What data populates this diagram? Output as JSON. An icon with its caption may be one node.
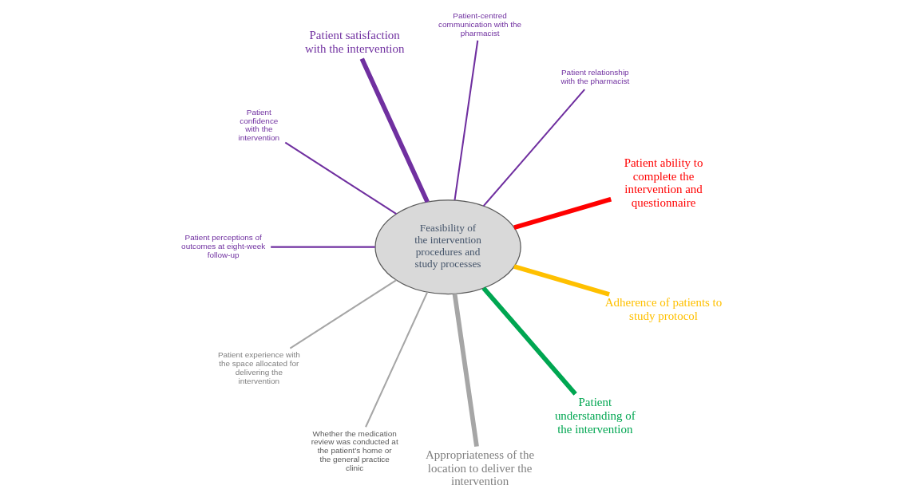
{
  "diagram": {
    "nodes": [
      {
        "text": [
          "Feasibility of the intervention procedures and study processes"
        ]
      },
      {
        "text": [
          "Patient ability to complete the intervention and questionnaire"
        ]
      },
      {
        "text": [
          "Patient relationship with the pharmacist"
        ]
      },
      {
        "text": [
          "Patient-centred communication with the pharmacist"
        ]
      },
      {
        "text": [
          "Patient satisfaction with the intervention"
        ]
      },
      {
        "text": [
          "Patient confidence with the intervention"
        ]
      },
      {
        "text": [
          "Patient perceptions of outcomes at eight-week follow-up"
        ]
      },
      {
        "text": [
          "Patient experience with the space allocated for delivering the intervention"
        ]
      },
      {
        "text": [
          "Whether the medication review was conducted at the patient’s home or the general practice clinic"
        ]
      },
      {
        "text": [
          "Appropriateness of the location to deliver the intervention"
        ]
      },
      {
        "text": [
          "Patient understanding of the intervention"
        ]
      },
      {
        "text": [
          "Adherence of patients to study protocol"
        ]
      }
    ],
    "edges": [
      {
        "from": 0,
        "to": 1,
        "arrow": "none",
        "style": "thick",
        "color": "#ff0000"
      },
      {
        "from": 0,
        "to": 2,
        "arrow": "none"
      },
      {
        "from": 0,
        "to": 3,
        "arrow": "none"
      },
      {
        "from": 0,
        "to": 4,
        "arrow": "none",
        "style": "thick"
      },
      {
        "from": 0,
        "to": 5,
        "arrow": "none"
      },
      {
        "from": 0,
        "to": 6,
        "arrow": "none"
      },
      {
        "from": 0,
        "to": 7,
        "arrow": "none",
        "color": "#a6a6a6"
      },
      {
        "from": 0,
        "to": 8,
        "arrow": "none",
        "color": "#a6a6a6"
      },
      {
        "from": 0,
        "to": 9,
        "arrow": "none",
        "style": "thick",
        "color": "#a6a6a6"
      },
      {
        "from": 0,
        "to": 10,
        "arrow": "none",
        "style": "thick",
        "color": "#00a651"
      },
      {
        "from": 0,
        "to": 11,
        "arrow": "none",
        "style": "thick",
        "color": "#ffc000"
      }
    ]
  }
}
